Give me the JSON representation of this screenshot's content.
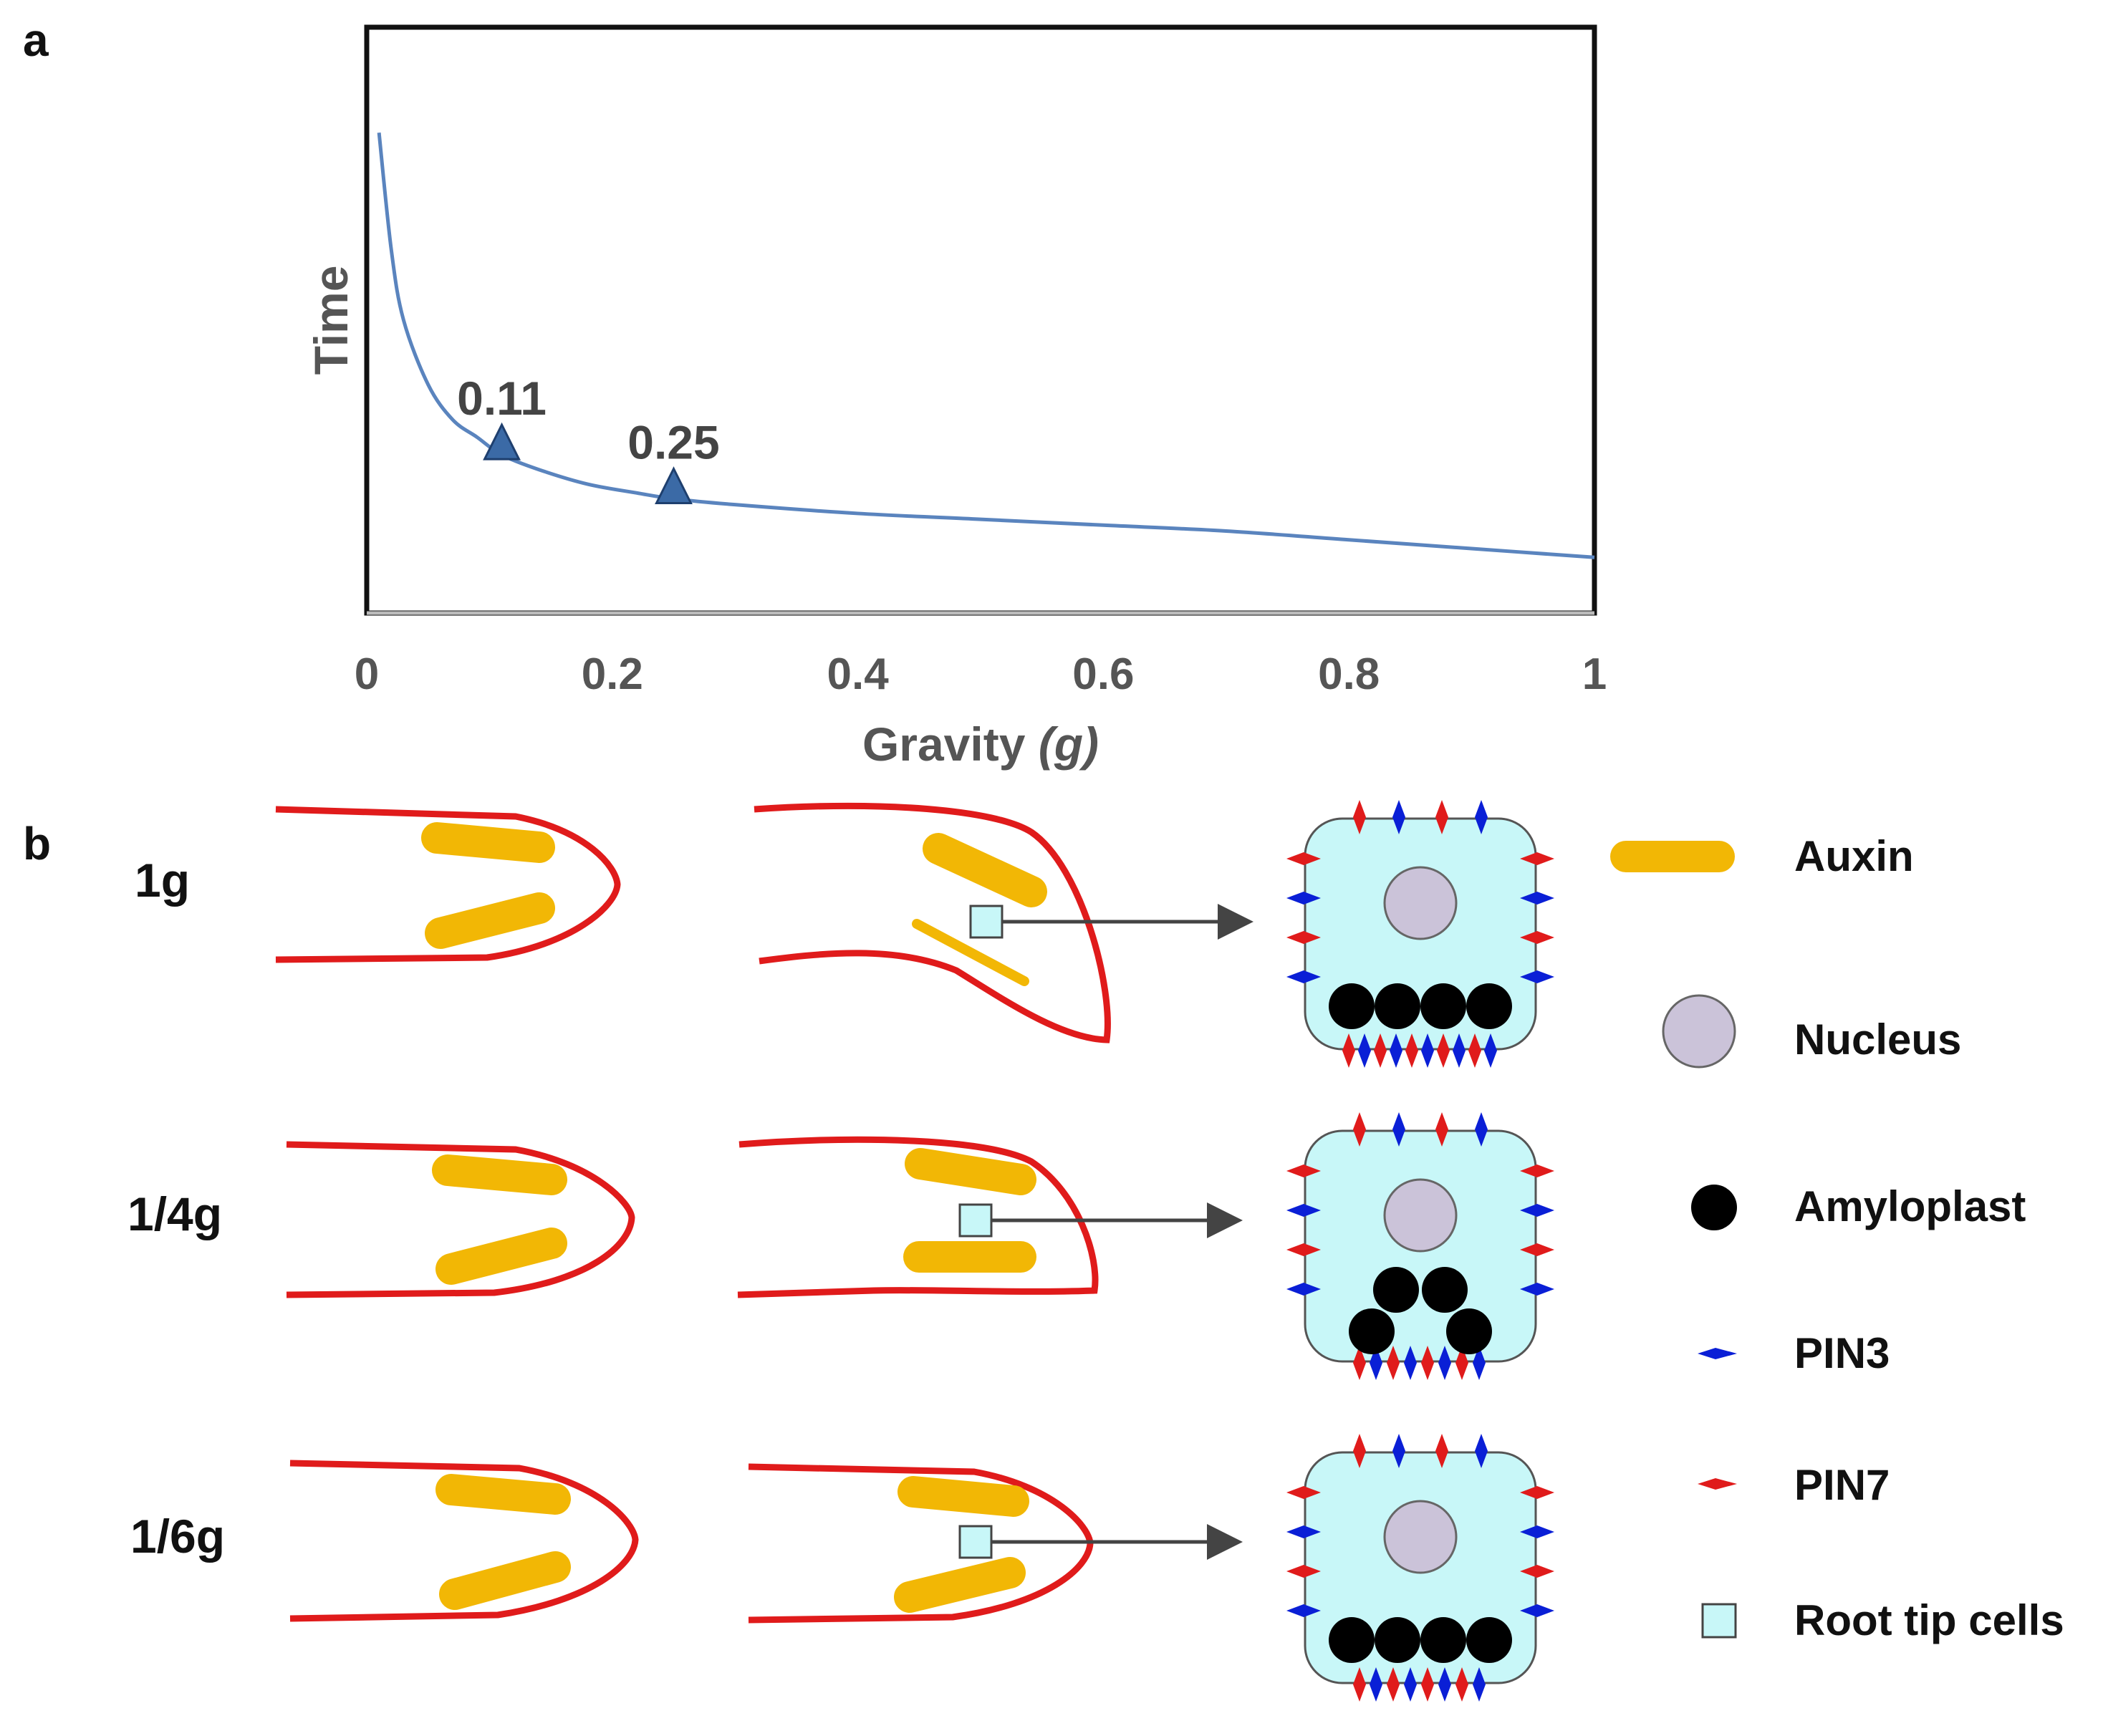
{
  "panels": {
    "a": "a",
    "b": "b"
  },
  "colors": {
    "curve": "#5a84be",
    "marker": "#3b6aa6",
    "root_outline": "#e01b1b",
    "auxin": "#f2b705",
    "cell_fill": "#c8f7f8",
    "nucleus": "#cbc3d9",
    "amyloplast": "#000000",
    "pin3": "#0a1fd6",
    "pin7": "#e01b1b",
    "arrow": "#444444"
  },
  "chart_data": {
    "type": "line",
    "title": "",
    "xlabel": "Gravity",
    "xlabel_italic": "(g)",
    "ylabel": "Time",
    "xlim": [
      0,
      1
    ],
    "xticks": [
      "0",
      "0.2",
      "0.4",
      "0.6",
      "0.8",
      "1"
    ],
    "yticks_shown": false,
    "grid": false,
    "series": [
      {
        "x": [
          0.01,
          0.02,
          0.03,
          0.05,
          0.07,
          0.09,
          0.11,
          0.14,
          0.18,
          0.22,
          0.25,
          0.3,
          0.4,
          0.5,
          0.6,
          0.7,
          0.8,
          0.9,
          1.0
        ],
        "y": [
          0.82,
          0.62,
          0.5,
          0.39,
          0.33,
          0.3,
          0.27,
          0.245,
          0.22,
          0.205,
          0.195,
          0.185,
          0.17,
          0.16,
          0.15,
          0.14,
          0.125,
          0.11,
          0.095
        ]
      }
    ],
    "markers": [
      {
        "x": 0.11,
        "label": "0.11"
      },
      {
        "x": 0.25,
        "label": "0.25"
      }
    ]
  },
  "diagram": {
    "rows": [
      {
        "label": "1g",
        "amyloplast_layout": "flat"
      },
      {
        "label": "1/4g",
        "amyloplast_layout": "arch"
      },
      {
        "label": "1/6g",
        "amyloplast_layout": "flat"
      }
    ]
  },
  "legend": [
    {
      "key": "auxin",
      "label": "Auxin",
      "icon": "auxin-bar-icon"
    },
    {
      "key": "nucleus",
      "label": "Nucleus",
      "icon": "nucleus-circle-icon"
    },
    {
      "key": "amyloplast",
      "label": "Amyloplast",
      "icon": "amyloplast-dot-icon"
    },
    {
      "key": "pin3",
      "label": "PIN3",
      "icon": "pin3-diamond-icon"
    },
    {
      "key": "pin7",
      "label": "PIN7",
      "icon": "pin7-diamond-icon"
    },
    {
      "key": "root_tip_cells",
      "label": "Root tip cells",
      "icon": "root-tip-cell-square-icon"
    }
  ]
}
